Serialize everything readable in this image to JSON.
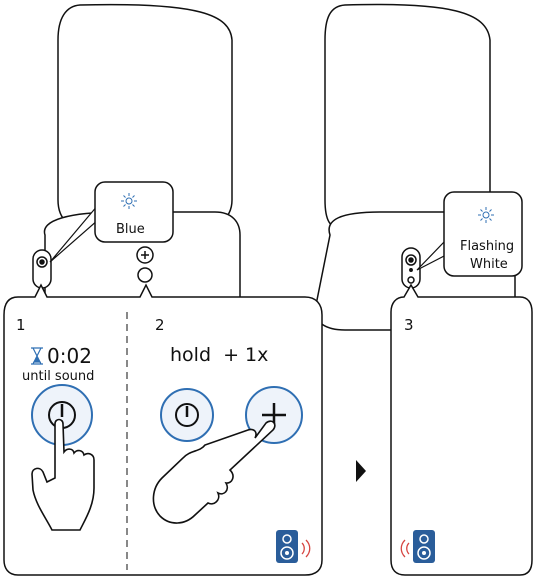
{
  "steps": [
    {
      "number": "1",
      "timer": "0:02",
      "caption": "until sound"
    },
    {
      "number": "2",
      "instruction": "hold  + 1x"
    },
    {
      "number": "3"
    }
  ],
  "callouts": {
    "left": {
      "label": "Blue",
      "light_color": "#2f6fb3"
    },
    "right": {
      "label_line1": "Flashing",
      "label_line2": "White",
      "light_color": "#2f6fb3"
    }
  },
  "icons": {
    "power": "power-icon",
    "plus": "plus-icon",
    "light": "sun-light-icon",
    "hourglass": "hourglass-icon",
    "speaker": "speaker-icon",
    "sound_waves": "sound-waves-icon",
    "arrow": "next-arrow-icon",
    "hand": "pointing-hand-icon"
  },
  "colors": {
    "accent_blue": "#2f6fb3",
    "speaker_blue": "#2a5d9a",
    "sound_red": "#d64541",
    "line": "#111111"
  }
}
